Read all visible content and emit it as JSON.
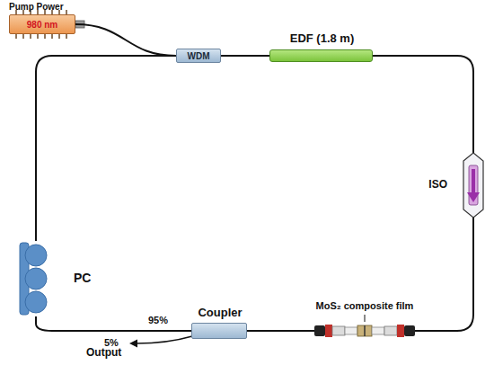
{
  "diagram": {
    "nodes": [
      {
        "text": [
          "980 nm"
        ]
      },
      {
        "text": [
          "WDM"
        ]
      },
      {
        "text": [
          "EDF (1.8 m)"
        ]
      },
      {
        "text": [
          "ISO"
        ]
      },
      {
        "text": [
          "MoS₂ composite film"
        ]
      },
      {
        "text": [
          "Coupler"
        ]
      },
      {
        "text": [
          "PC"
        ]
      }
    ],
    "edges": [
      {
        "from": 0,
        "to": 1,
        "arrow": "none"
      },
      {
        "from": 1,
        "to": 2,
        "arrow": "none"
      },
      {
        "from": 2,
        "to": 3,
        "arrow": "none"
      },
      {
        "from": 3,
        "to": 4,
        "arrow": "none"
      },
      {
        "from": 4,
        "to": 5,
        "arrow": "none"
      },
      {
        "from": 5,
        "to": 6,
        "arrow": "none"
      },
      {
        "from": 6,
        "to": 1,
        "arrow": "none"
      }
    ],
    "labels": [
      "Pump Power",
      "95%",
      "5%",
      "Output"
    ]
  }
}
